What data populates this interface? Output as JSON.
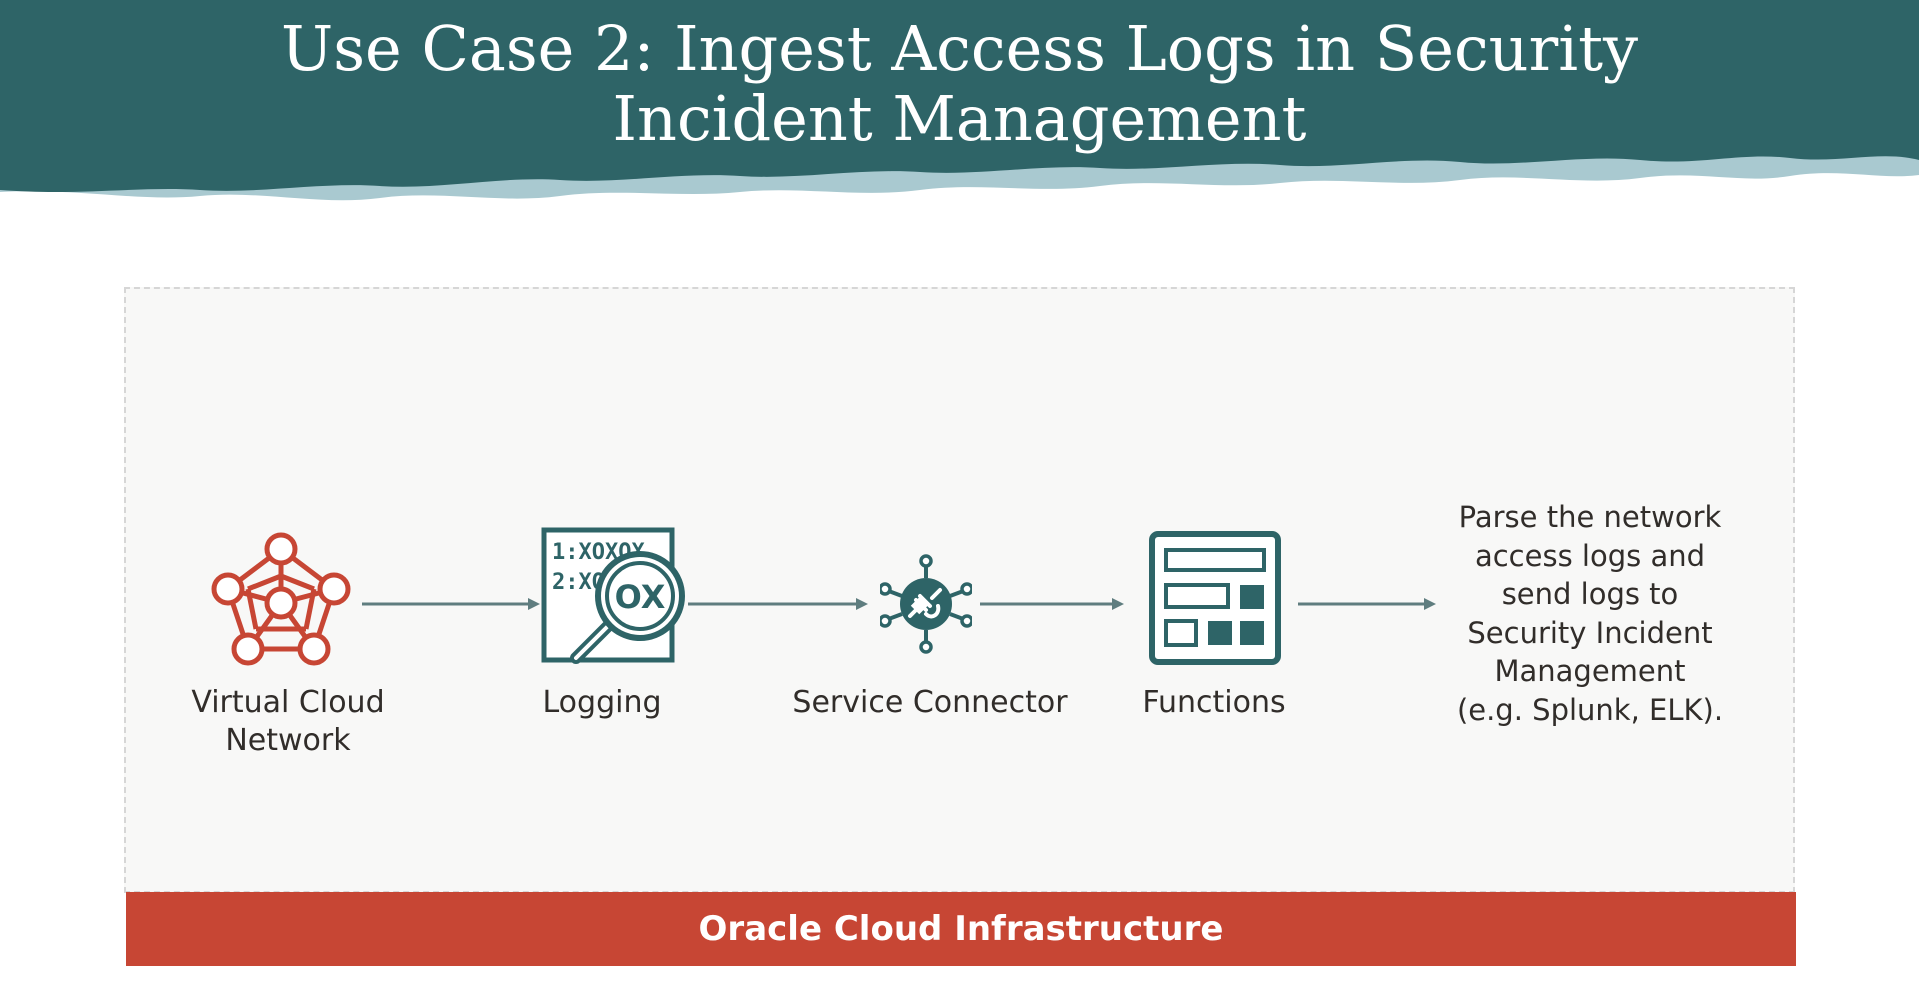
{
  "header": {
    "title_line1": "Use Case 2: Ingest Access Logs in Security",
    "title_line2": "Incident Management",
    "band_color": "#2e6467"
  },
  "diagram": {
    "nodes": [
      {
        "id": "vcn",
        "label_line1": "Virtual Cloud",
        "label_line2": "Network",
        "icon": "network-icon"
      },
      {
        "id": "logging",
        "label": "Logging",
        "icon": "logging-icon",
        "icon_text_line1": "1:XOXOX",
        "icon_text_line2": "2:XO",
        "icon_text_magnifier": "OX"
      },
      {
        "id": "service-connector",
        "label": "Service Connector",
        "icon": "service-connector-icon"
      },
      {
        "id": "functions",
        "label": "Functions",
        "icon": "functions-icon"
      }
    ],
    "outcome": {
      "lines": [
        "Parse the network",
        "access logs and",
        "send logs to",
        "Security Incident",
        "Management",
        "(e.g. Splunk, ELK)."
      ]
    },
    "arrow_color": "#5f7d7f",
    "icon_color_orange": "#c74634",
    "icon_color_teal": "#2e6467"
  },
  "footer": {
    "label": "Oracle Cloud Infrastructure",
    "color": "#c74634"
  }
}
